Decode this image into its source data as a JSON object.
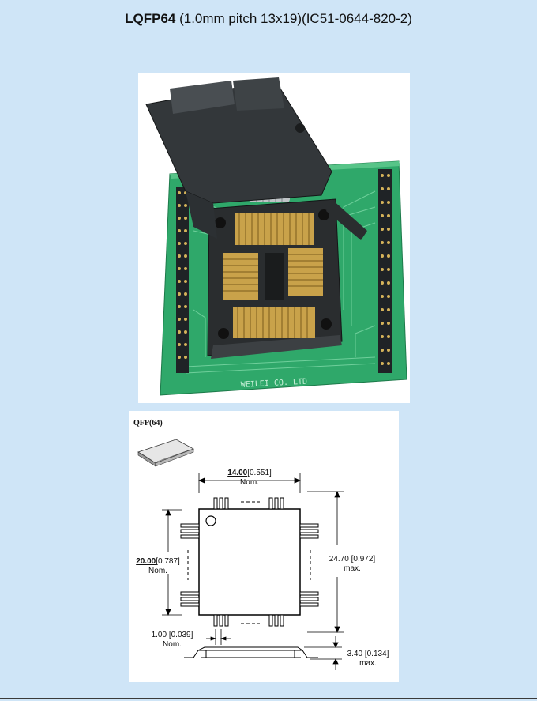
{
  "title": {
    "part": "LQFP64",
    "rest": " (1.0mm pitch 13x19)(IC51-0644-820-2)"
  },
  "photo": {
    "board_text": "WEILEI CO. LTD"
  },
  "diagram": {
    "package_label": "QFP(64)",
    "width_value": "14.00",
    "width_inch": "[0.551]",
    "width_note": "Nom.",
    "height_value": "20.00",
    "height_inch": "[0.787]",
    "height_note": "Nom.",
    "overall_value": "24.70 [0.972]",
    "overall_note": "max.",
    "pitch_value": "1.00 [0.039]",
    "pitch_note": "Nom.",
    "thickness_value": "3.40 [0.134]",
    "thickness_note": "max."
  },
  "colors": {
    "background": "#cfe5f7",
    "pcb": "#2fa86a",
    "socket": "#2a2d2f",
    "gold": "#c9a24a"
  }
}
